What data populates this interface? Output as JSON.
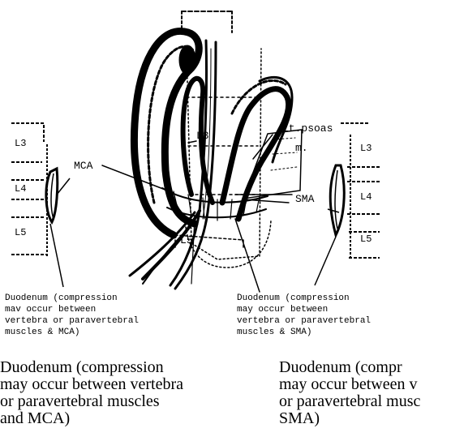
{
  "diagram": {
    "labels": {
      "l3_center": "L3",
      "l5_center": "L5",
      "left_psoas": "Lt.psoas",
      "psoas_m": "m.",
      "mca": "MCA",
      "sma": "SMA"
    },
    "left_levels": [
      "L3",
      "L4",
      "L5"
    ],
    "right_levels": [
      "L3",
      "L4",
      "L5"
    ],
    "mono_caption_left": [
      "Duodenum (compression",
      "mav occur between",
      "vertebra or paravertebral",
      "muscles & MCA)"
    ],
    "mono_caption_right": [
      "Duodenum (compression",
      "may occur between",
      "vertebra or paravertebral",
      "muscles & SMA)"
    ]
  },
  "captions": {
    "left": [
      "Duodenum (compression",
      "may occur between vertebra",
      "or paravertebral muscles",
      "and MCA)"
    ],
    "right": [
      "Duodenum (compr",
      "may occur between v",
      "or paravertebral musc",
      "SMA)"
    ]
  }
}
